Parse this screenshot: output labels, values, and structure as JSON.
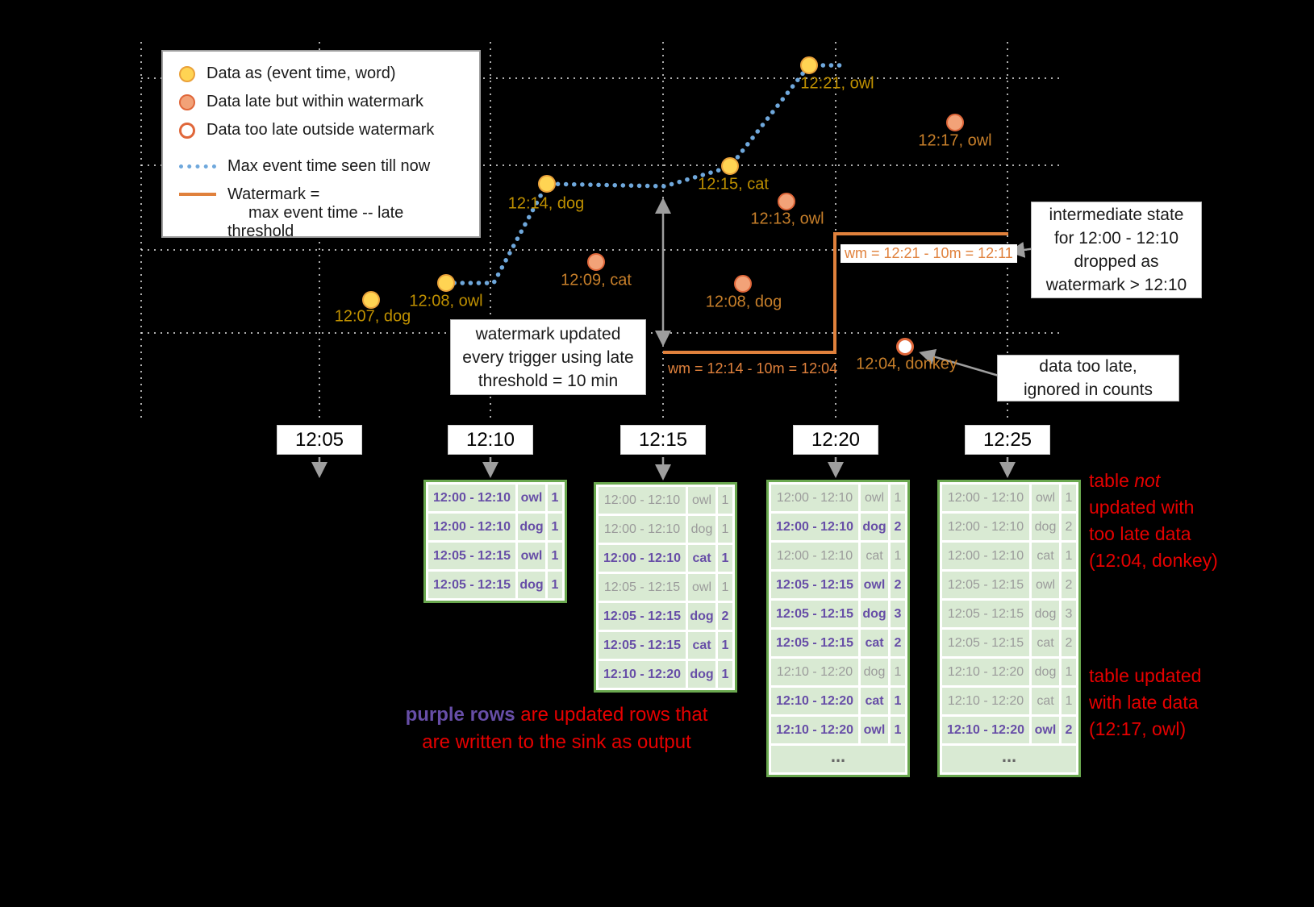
{
  "colors": {
    "background": "#000000",
    "on_time_point": "#ffd453",
    "late_point": "#f2a278",
    "too_late_stroke": "#e0673a",
    "max_event_time_line": "#6fa8dc",
    "watermark_line": "#e0813c",
    "table_border_green": "#6aa84f",
    "table_cell_green": "#d9ead3",
    "updated_purple": "#674ea7",
    "old_gray": "#9b9b9b",
    "annotation_red": "#e60000"
  },
  "legend": {
    "items": [
      {
        "label": "Data as (event time, word)"
      },
      {
        "label": "Data late but within watermark"
      },
      {
        "label": "Data too late outside watermark"
      },
      {
        "label": "Max event time seen till now"
      },
      {
        "label": "Watermark =",
        "label2": "max event time -- late threshold"
      }
    ]
  },
  "points": [
    {
      "label": "12:07, dog",
      "type": "on-time"
    },
    {
      "label": "12:08, owl",
      "type": "on-time"
    },
    {
      "label": "12:14, dog",
      "type": "on-time"
    },
    {
      "label": "12:15, cat",
      "type": "on-time"
    },
    {
      "label": "12:21, owl",
      "type": "on-time"
    },
    {
      "label": "12:09, cat",
      "type": "late"
    },
    {
      "label": "12:13, owl",
      "type": "late"
    },
    {
      "label": "12:08, dog",
      "type": "late"
    },
    {
      "label": "12:17, owl",
      "type": "late"
    },
    {
      "label": "12:04, donkey",
      "type": "too-late"
    }
  ],
  "watermark_labels": {
    "wm1": "wm = 12:14 - 10m = 12:04",
    "wm2": "wm = 12:21 - 10m = 12:11"
  },
  "callouts": {
    "watermark_updated": {
      "line1": "watermark updated",
      "line2": "every trigger using late",
      "line3": "threshold = 10 min"
    },
    "intermediate_state": {
      "line1": "intermediate state",
      "line2": "for 12:00 - 12:10",
      "line3": "dropped as",
      "line4": "watermark > 12:10"
    },
    "too_late": {
      "line1": "data too late,",
      "line2": "ignored in counts"
    }
  },
  "time_axis": {
    "labels": [
      "12:05",
      "12:10",
      "12:15",
      "12:20",
      "12:25"
    ]
  },
  "tables": {
    "t1210": {
      "rows": [
        {
          "window": "12:00 - 12:10",
          "word": "owl",
          "count": "1",
          "state": "updated"
        },
        {
          "window": "12:00 - 12:10",
          "word": "dog",
          "count": "1",
          "state": "updated"
        },
        {
          "window": "12:05 - 12:15",
          "word": "owl",
          "count": "1",
          "state": "updated"
        },
        {
          "window": "12:05 - 12:15",
          "word": "dog",
          "count": "1",
          "state": "updated"
        }
      ]
    },
    "t1215": {
      "rows": [
        {
          "window": "12:00 - 12:10",
          "word": "owl",
          "count": "1",
          "state": "old"
        },
        {
          "window": "12:00 - 12:10",
          "word": "dog",
          "count": "1",
          "state": "old"
        },
        {
          "window": "12:00 - 12:10",
          "word": "cat",
          "count": "1",
          "state": "updated"
        },
        {
          "window": "12:05 - 12:15",
          "word": "owl",
          "count": "1",
          "state": "old"
        },
        {
          "window": "12:05 - 12:15",
          "word": "dog",
          "count": "2",
          "state": "updated"
        },
        {
          "window": "12:05 - 12:15",
          "word": "cat",
          "count": "1",
          "state": "updated"
        },
        {
          "window": "12:10 - 12:20",
          "word": "dog",
          "count": "1",
          "state": "updated"
        }
      ]
    },
    "t1220": {
      "rows": [
        {
          "window": "12:00 - 12:10",
          "word": "owl",
          "count": "1",
          "state": "old"
        },
        {
          "window": "12:00 - 12:10",
          "word": "dog",
          "count": "2",
          "state": "updated"
        },
        {
          "window": "12:00 - 12:10",
          "word": "cat",
          "count": "1",
          "state": "old"
        },
        {
          "window": "12:05 - 12:15",
          "word": "owl",
          "count": "2",
          "state": "updated"
        },
        {
          "window": "12:05 - 12:15",
          "word": "dog",
          "count": "3",
          "state": "updated"
        },
        {
          "window": "12:05 - 12:15",
          "word": "cat",
          "count": "2",
          "state": "updated"
        },
        {
          "window": "12:10 - 12:20",
          "word": "dog",
          "count": "1",
          "state": "old"
        },
        {
          "window": "12:10 - 12:20",
          "word": "cat",
          "count": "1",
          "state": "updated"
        },
        {
          "window": "12:10 - 12:20",
          "word": "owl",
          "count": "1",
          "state": "updated"
        }
      ],
      "ellipsis": "..."
    },
    "t1225": {
      "rows": [
        {
          "window": "12:00 - 12:10",
          "word": "owl",
          "count": "1",
          "state": "old"
        },
        {
          "window": "12:00 - 12:10",
          "word": "dog",
          "count": "2",
          "state": "old"
        },
        {
          "window": "12:00 - 12:10",
          "word": "cat",
          "count": "1",
          "state": "old"
        },
        {
          "window": "12:05 - 12:15",
          "word": "owl",
          "count": "2",
          "state": "old"
        },
        {
          "window": "12:05 - 12:15",
          "word": "dog",
          "count": "3",
          "state": "old"
        },
        {
          "window": "12:05 - 12:15",
          "word": "cat",
          "count": "2",
          "state": "old"
        },
        {
          "window": "12:10 - 12:20",
          "word": "dog",
          "count": "1",
          "state": "old"
        },
        {
          "window": "12:10 - 12:20",
          "word": "cat",
          "count": "1",
          "state": "old"
        },
        {
          "window": "12:10 - 12:20",
          "word": "owl",
          "count": "2",
          "state": "updated"
        }
      ],
      "ellipsis": "..."
    }
  },
  "annotations": {
    "purple_lead": "purple rows",
    "purple_rest": " are updated rows that",
    "purple_line2": "are written to the sink as output",
    "not_updated": {
      "pre": "table ",
      "em": "not",
      "line2": "updated with",
      "line3": "too late data",
      "line4": "(12:04, donkey)"
    },
    "updated_late": {
      "line1": "table updated",
      "line2": "with late data",
      "line3": "(12:17, owl)"
    }
  }
}
